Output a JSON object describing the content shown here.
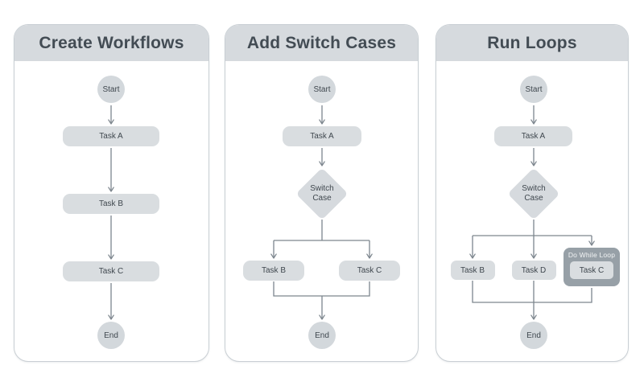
{
  "illustration": {
    "background": "#ffffff"
  },
  "colors": {
    "card_border": "#c9cfd4",
    "header_background": "#d6dade",
    "title_text": "#434c54",
    "node_fill": "#d9dde0",
    "node_text": "#3f474e",
    "connector": "#7d868e",
    "loop_container_fill": "#97a0a7",
    "loop_label_text": "#f2f4f5"
  },
  "panels": [
    {
      "title": "Create Workflows",
      "nodes": {
        "start": "Start",
        "task_a": "Task A",
        "task_b": "Task B",
        "task_c": "Task C",
        "end": "End"
      },
      "edges": [
        {
          "from": "Start",
          "to": "Task A"
        },
        {
          "from": "Task A",
          "to": "Task B"
        },
        {
          "from": "Task B",
          "to": "Task C"
        },
        {
          "from": "Task C",
          "to": "End"
        }
      ]
    },
    {
      "title": "Add Switch Cases",
      "nodes": {
        "start": "Start",
        "task_a": "Task A",
        "switch_case": "Switch Case",
        "task_b": "Task B",
        "task_c": "Task C",
        "end": "End"
      },
      "edges": [
        {
          "from": "Start",
          "to": "Task A"
        },
        {
          "from": "Task A",
          "to": "Switch Case"
        },
        {
          "from": "Switch Case",
          "to": "Task B"
        },
        {
          "from": "Switch Case",
          "to": "Task C"
        },
        {
          "from": "Task B",
          "to": "End"
        },
        {
          "from": "Task C",
          "to": "End"
        }
      ]
    },
    {
      "title": "Run Loops",
      "nodes": {
        "start": "Start",
        "task_a": "Task A",
        "switch_case": "Switch Case",
        "task_b": "Task B",
        "task_d": "Task D",
        "do_while_loop": "Do While Loop",
        "task_c": "Task C",
        "end": "End"
      },
      "edges": [
        {
          "from": "Start",
          "to": "Task A"
        },
        {
          "from": "Task A",
          "to": "Switch Case"
        },
        {
          "from": "Switch Case",
          "to": "Task B"
        },
        {
          "from": "Switch Case",
          "to": "Task D"
        },
        {
          "from": "Switch Case",
          "to": "Do While Loop"
        },
        {
          "from": "Task B",
          "to": "End"
        },
        {
          "from": "Task D",
          "to": "End"
        },
        {
          "from": "Do While Loop",
          "to": "End"
        }
      ]
    }
  ]
}
